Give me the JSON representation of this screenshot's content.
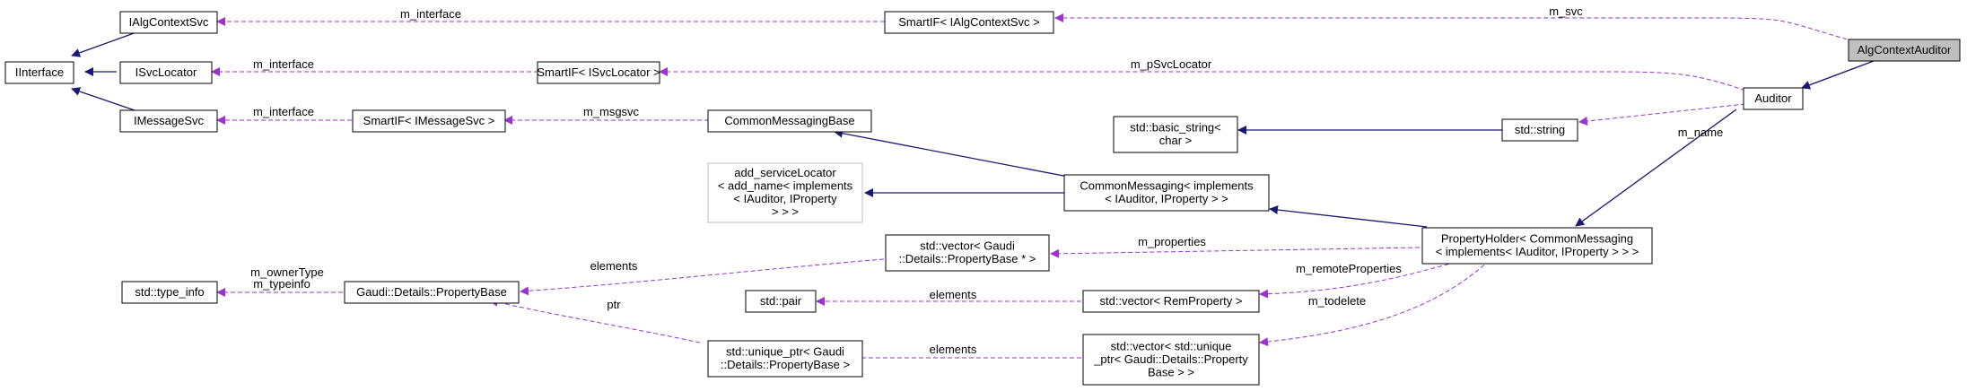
{
  "colors": {
    "inheritance": "#191970",
    "usage": "#9a32cd",
    "node_border": "#000000",
    "node_border_gray": "#bfbfbf",
    "highlight_fill": "#bfbfbf"
  },
  "nodes": [
    {
      "id": "algcontextauditor",
      "lines": [
        "AlgContextAuditor"
      ],
      "highlight": true
    },
    {
      "id": "auditor",
      "lines": [
        "Auditor"
      ]
    },
    {
      "id": "propertyholder",
      "lines": [
        "PropertyHolder< CommonMessaging",
        "< implements< IAuditor, IProperty > > >"
      ]
    },
    {
      "id": "commonmessaging-impl",
      "lines": [
        "CommonMessaging< implements",
        "< IAuditor, IProperty > >"
      ]
    },
    {
      "id": "add-servicelocator",
      "lines": [
        "add_serviceLocator",
        "< add_name< implements",
        "< IAuditor, IProperty",
        "> > >"
      ],
      "gray": true
    },
    {
      "id": "commonmessagingbase",
      "lines": [
        "CommonMessagingBase"
      ]
    },
    {
      "id": "smartif-imessagesvc",
      "lines": [
        "SmartIF< IMessageSvc >"
      ]
    },
    {
      "id": "imessagesvc",
      "lines": [
        "IMessageSvc"
      ]
    },
    {
      "id": "iinterface",
      "lines": [
        "IInterface"
      ]
    },
    {
      "id": "isvclocator",
      "lines": [
        "ISvcLocator"
      ]
    },
    {
      "id": "ialgcontextsvc",
      "lines": [
        "IAlgContextSvc"
      ]
    },
    {
      "id": "smartif-ialgcontextsvc",
      "lines": [
        "SmartIF< IAlgContextSvc >"
      ]
    },
    {
      "id": "smartif-isvclocator",
      "lines": [
        "SmartIF< ISvcLocator >"
      ]
    },
    {
      "id": "std-string",
      "lines": [
        "std::string"
      ]
    },
    {
      "id": "std-basic-string",
      "lines": [
        "std::basic_string<",
        "char >"
      ]
    },
    {
      "id": "vector-propertybase",
      "lines": [
        "std::vector< Gaudi",
        "::Details::PropertyBase * >"
      ]
    },
    {
      "id": "vector-remproperty",
      "lines": [
        "std::vector< RemProperty >"
      ]
    },
    {
      "id": "vector-unique-ptr",
      "lines": [
        "std::vector< std::unique",
        "_ptr< Gaudi::Details::Property",
        "Base > >"
      ]
    },
    {
      "id": "unique-ptr-propertybase",
      "lines": [
        "std::unique_ptr< Gaudi",
        "::Details::PropertyBase >"
      ]
    },
    {
      "id": "std-pair",
      "lines": [
        "std::pair"
      ]
    },
    {
      "id": "propertybase",
      "lines": [
        "Gaudi::Details::PropertyBase"
      ]
    },
    {
      "id": "std-type-info",
      "lines": [
        "std::type_info"
      ]
    }
  ],
  "edges": [
    {
      "id": "auditor-to-algcontextauditor",
      "kind": "inheritance"
    },
    {
      "id": "propertyholder-to-auditor",
      "kind": "inheritance"
    },
    {
      "id": "commonmessaging-impl-to-propertyholder",
      "kind": "inheritance"
    },
    {
      "id": "commonmessagingbase-to-commonmessaging-impl",
      "kind": "inheritance"
    },
    {
      "id": "add-servicelocator-to-commonmessaging-impl",
      "kind": "inheritance"
    },
    {
      "id": "std-basic-string-to-std-string",
      "kind": "inheritance"
    },
    {
      "id": "iinterface-to-ialgcontextsvc",
      "kind": "inheritance"
    },
    {
      "id": "iinterface-to-isvclocator",
      "kind": "inheritance"
    },
    {
      "id": "iinterface-to-imessagesvc",
      "kind": "inheritance"
    },
    {
      "id": "smartif-ialgcontextsvc-to-algcontextauditor",
      "kind": "usage",
      "labels": [
        "m_svc"
      ]
    },
    {
      "id": "smartif-isvclocator-to-auditor",
      "kind": "usage",
      "labels": [
        "m_pSvcLocator"
      ]
    },
    {
      "id": "std-string-to-auditor",
      "kind": "usage",
      "labels": [
        "m_name"
      ]
    },
    {
      "id": "ialgcontextsvc-to-smartif",
      "kind": "usage",
      "labels": [
        "m_interface"
      ]
    },
    {
      "id": "isvclocator-to-smartif",
      "kind": "usage",
      "labels": [
        "m_interface"
      ]
    },
    {
      "id": "imessagesvc-to-smartif",
      "kind": "usage",
      "labels": [
        "m_interface"
      ]
    },
    {
      "id": "smartif-imessagesvc-to-commonmessagingbase",
      "kind": "usage",
      "labels": [
        "m_msgsvc"
      ]
    },
    {
      "id": "vector-propertybase-to-propertyholder",
      "kind": "usage",
      "labels": [
        "m_properties"
      ]
    },
    {
      "id": "vector-remproperty-to-propertyholder",
      "kind": "usage",
      "labels": [
        "m_remoteProperties"
      ]
    },
    {
      "id": "vector-unique-ptr-to-propertyholder",
      "kind": "usage",
      "labels": [
        "m_todelete"
      ]
    },
    {
      "id": "propertybase-to-vector-propertybase",
      "kind": "usage",
      "labels": [
        "elements"
      ]
    },
    {
      "id": "std-pair-to-vector-remproperty",
      "kind": "usage",
      "labels": [
        "elements"
      ]
    },
    {
      "id": "unique-ptr-to-vector-unique-ptr",
      "kind": "usage",
      "labels": [
        "elements"
      ]
    },
    {
      "id": "propertybase-to-unique-ptr",
      "kind": "usage",
      "labels": [
        "ptr"
      ]
    },
    {
      "id": "std-type-info-to-propertybase",
      "kind": "usage",
      "labels": [
        "m_ownerType",
        "m_typeinfo"
      ]
    }
  ]
}
